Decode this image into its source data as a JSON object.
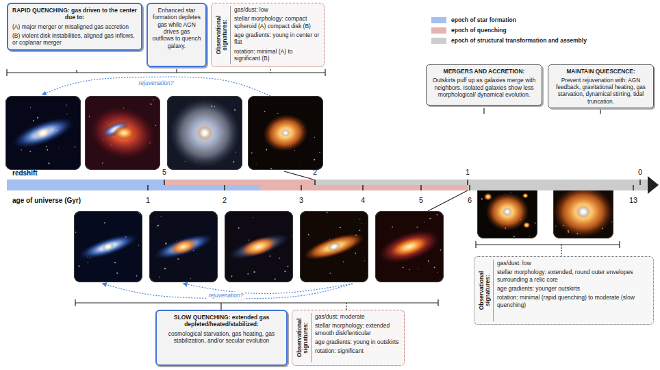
{
  "diagram": {
    "nodes": [
      {
        "text": [
          "RAPID QUENCHING: gas driven to the center due to:",
          "(A) major merger or misaligned gas accretion",
          "(B) violent disk instabilities, aligned gas inflows, or coplanar merger"
        ]
      },
      {
        "text": [
          "Enhanced star formation depletes gas while AGN drives gas outflows to quench galaxy."
        ]
      },
      {
        "text": [
          "Observational signatures:",
          "gas/dust: low",
          "stellar morphology: compact spheroid (A) compact disk (B)",
          "age gradients: young in center or flat",
          "rotation: minimal (A) to significant (B)"
        ]
      },
      {
        "text": [
          "MERGERS AND ACCRETION:",
          "Outskirts puff up as galaxies merge with neighbors. Isolated galaxies show less morphological/ dynamical evolution."
        ]
      },
      {
        "text": [
          "MAINTAIN QUIESCENCE:",
          "Prevent rejuvenation with: AGN feedback, gravitational heating, gas starvation, dynamical stirring, tidal truncation."
        ]
      },
      {
        "text": [
          "Observational signatures:",
          "gas/dust: low",
          "stellar morphology: extended, round outer envelopes surrounding a relic core",
          "age gradients: younger outskirts",
          "rotation: minimal (rapid quenching) to moderate (slow quenching)"
        ]
      },
      {
        "text": [
          "SLOW QUENCHING: extended gas depleted/heated/stabilized:",
          "cosmological starvation, gas heating, gas stabilization, and/or secular evolution"
        ]
      },
      {
        "text": [
          "Observational signatures:",
          "gas/dust: moderate",
          "stellar morphology: extended smooth disk/lenticular",
          "age gradients: young in outskirts",
          "rotation: significant"
        ]
      }
    ],
    "labels": [
      "rejuvenation?",
      "redshift",
      "5",
      "2",
      "1",
      "0",
      "age of universe (Gyr)",
      "1",
      "2",
      "3",
      "4",
      "5",
      "6",
      "13",
      "rejuvenation?"
    ],
    "legend": [
      {
        "text": "epoch of star formation",
        "color": "#a4bff0"
      },
      {
        "text": "epoch of quenching",
        "color": "#e6b3ae"
      },
      {
        "text": "epoch of structural transformation and assembly",
        "color": "#cccccc"
      }
    ]
  }
}
